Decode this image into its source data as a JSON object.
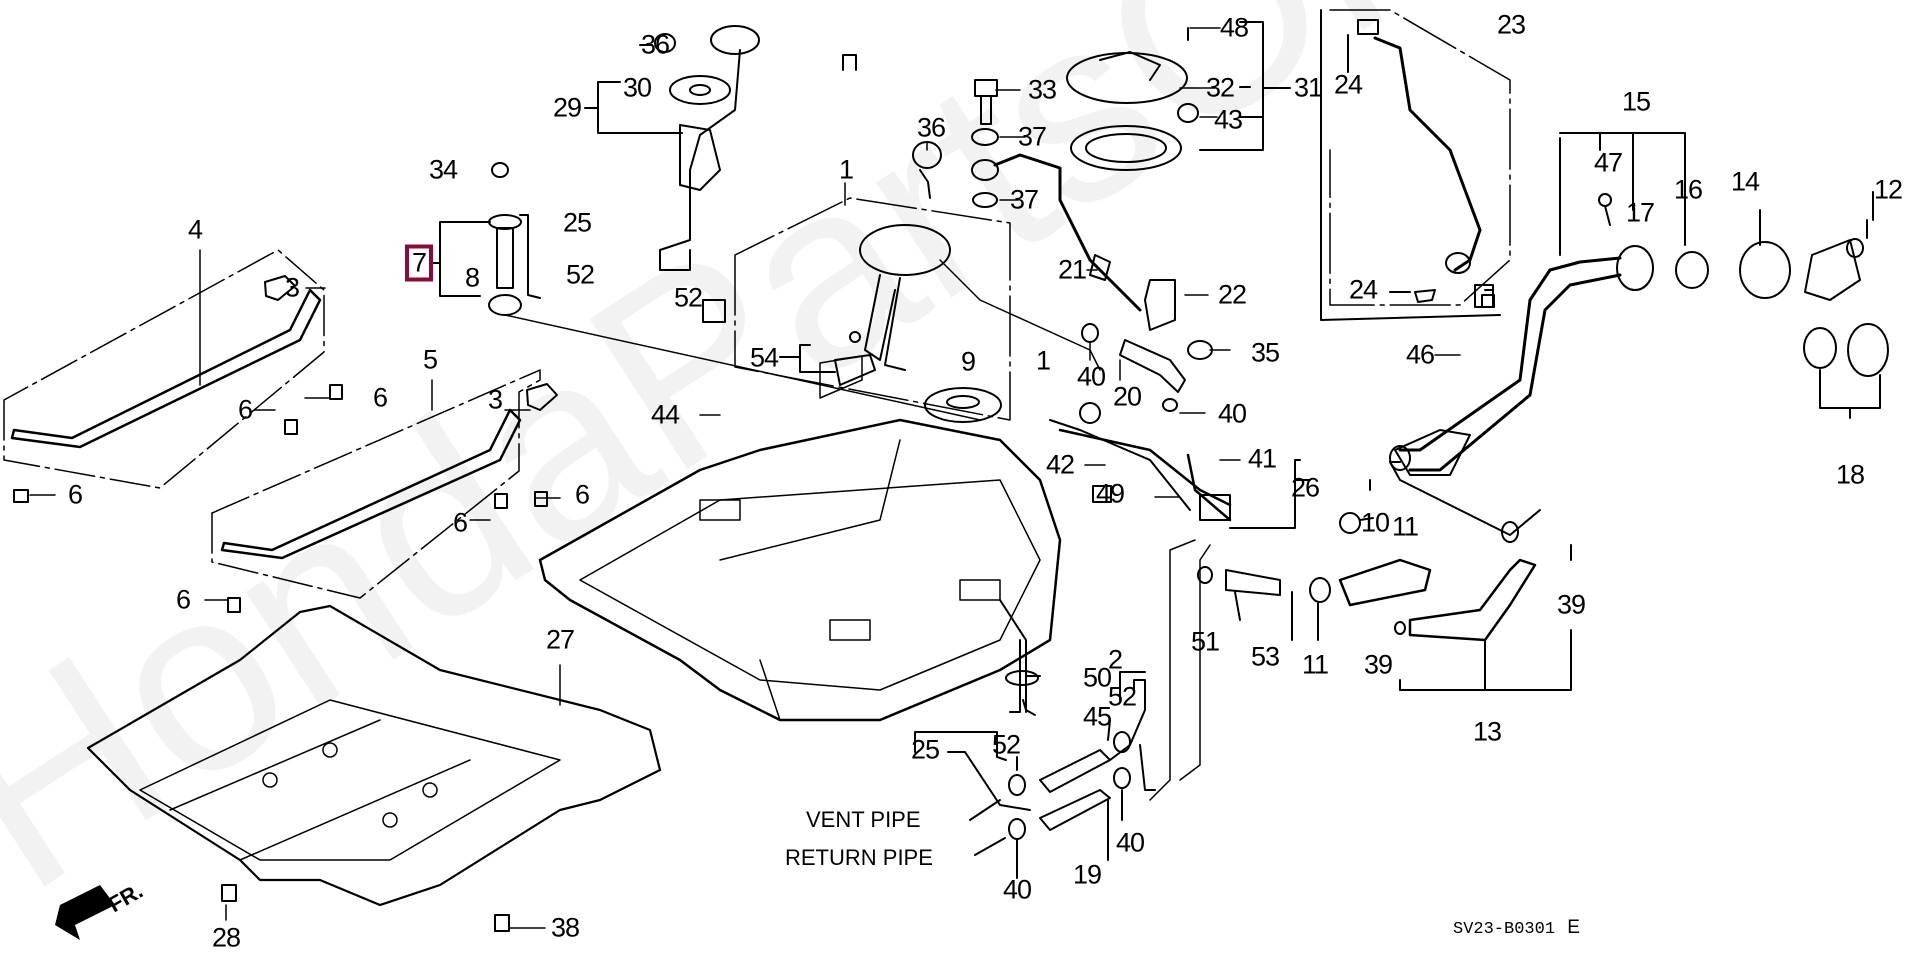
{
  "diagram": {
    "title": "Fuel Tank Parts Diagram",
    "watermark": "HondaPartsOnline.ru",
    "diagram_code": "SV23-B0301",
    "diagram_code_suffix": "E",
    "front_indicator": "FR.",
    "highlight_color": "#8b0a3a",
    "highlighted_callout": "7",
    "notes": {
      "vent_pipe": "VENT PIPE",
      "return_pipe": "RETURN PIPE"
    },
    "callouts": [
      {
        "id": "c36a",
        "label": "36"
      },
      {
        "id": "c30",
        "label": "30"
      },
      {
        "id": "c29",
        "label": "29"
      },
      {
        "id": "c34",
        "label": "34"
      },
      {
        "id": "c7",
        "label": "7"
      },
      {
        "id": "c8",
        "label": "8"
      },
      {
        "id": "c25a",
        "label": "25"
      },
      {
        "id": "c52a",
        "label": "52"
      },
      {
        "id": "c52b",
        "label": "52"
      },
      {
        "id": "c4",
        "label": "4"
      },
      {
        "id": "c3a",
        "label": "3"
      },
      {
        "id": "c6a",
        "label": "6"
      },
      {
        "id": "c6b",
        "label": "6"
      },
      {
        "id": "c6c",
        "label": "6"
      },
      {
        "id": "c5",
        "label": "5"
      },
      {
        "id": "c3b",
        "label": "3"
      },
      {
        "id": "c6d",
        "label": "6"
      },
      {
        "id": "c6e",
        "label": "6"
      },
      {
        "id": "c6f",
        "label": "6"
      },
      {
        "id": "c27",
        "label": "27"
      },
      {
        "id": "c28",
        "label": "28"
      },
      {
        "id": "c38",
        "label": "38"
      },
      {
        "id": "c48",
        "label": "48"
      },
      {
        "id": "c33",
        "label": "33"
      },
      {
        "id": "c32",
        "label": "32"
      },
      {
        "id": "c31",
        "label": "31"
      },
      {
        "id": "c43",
        "label": "43"
      },
      {
        "id": "c36b",
        "label": "36"
      },
      {
        "id": "c37a",
        "label": "37"
      },
      {
        "id": "c37b",
        "label": "37"
      },
      {
        "id": "c1a",
        "label": "1"
      },
      {
        "id": "c1b",
        "label": "1"
      },
      {
        "id": "c21",
        "label": "21"
      },
      {
        "id": "c22",
        "label": "22"
      },
      {
        "id": "c54",
        "label": "54"
      },
      {
        "id": "c9",
        "label": "9"
      },
      {
        "id": "c40a",
        "label": "40"
      },
      {
        "id": "c20",
        "label": "20"
      },
      {
        "id": "c35",
        "label": "35"
      },
      {
        "id": "c40b",
        "label": "40"
      },
      {
        "id": "c44",
        "label": "44"
      },
      {
        "id": "c42",
        "label": "42"
      },
      {
        "id": "c41",
        "label": "41"
      },
      {
        "id": "c49",
        "label": "49"
      },
      {
        "id": "c26",
        "label": "26"
      },
      {
        "id": "c23",
        "label": "23"
      },
      {
        "id": "c24a",
        "label": "24"
      },
      {
        "id": "c24b",
        "label": "24"
      },
      {
        "id": "c46",
        "label": "46"
      },
      {
        "id": "c15",
        "label": "15"
      },
      {
        "id": "c47",
        "label": "47"
      },
      {
        "id": "c17",
        "label": "17"
      },
      {
        "id": "c16",
        "label": "16"
      },
      {
        "id": "c14",
        "label": "14"
      },
      {
        "id": "c12",
        "label": "12"
      },
      {
        "id": "c18",
        "label": "18"
      },
      {
        "id": "c10",
        "label": "10"
      },
      {
        "id": "c11a",
        "label": "11"
      },
      {
        "id": "c11b",
        "label": "11"
      },
      {
        "id": "c39a",
        "label": "39"
      },
      {
        "id": "c39b",
        "label": "39"
      },
      {
        "id": "c13",
        "label": "13"
      },
      {
        "id": "c51",
        "label": "51"
      },
      {
        "id": "c53",
        "label": "53"
      },
      {
        "id": "c2",
        "label": "2"
      },
      {
        "id": "c50",
        "label": "50"
      },
      {
        "id": "c45",
        "label": "45"
      },
      {
        "id": "c52c",
        "label": "52"
      },
      {
        "id": "c52d",
        "label": "52"
      },
      {
        "id": "c25b",
        "label": "25"
      },
      {
        "id": "c40c",
        "label": "40"
      },
      {
        "id": "c40d",
        "label": "40"
      },
      {
        "id": "c19",
        "label": "19"
      }
    ]
  }
}
